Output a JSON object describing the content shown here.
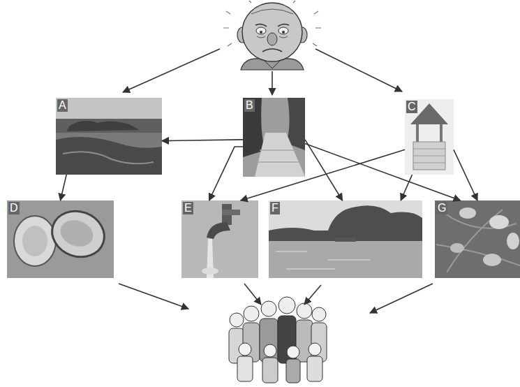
{
  "diagram": {
    "nodes": [
      {
        "text": [
          "A"
        ]
      },
      {
        "text": [
          "B"
        ]
      },
      {
        "text": [
          "C"
        ]
      },
      {
        "text": [
          "D"
        ]
      },
      {
        "text": [
          "E"
        ]
      },
      {
        "text": [
          "F"
        ]
      },
      {
        "text": [
          "G"
        ]
      }
    ],
    "edges": [
      {
        "from": 0,
        "to": 3,
        "arrow": "to"
      },
      {
        "from": 1,
        "to": 0,
        "arrow": "to"
      },
      {
        "from": 1,
        "to": 4,
        "arrow": "to"
      },
      {
        "from": 1,
        "to": 5,
        "arrow": "to"
      },
      {
        "from": 1,
        "to": 6,
        "arrow": "to"
      },
      {
        "from": 2,
        "to": 4,
        "arrow": "to"
      },
      {
        "from": 2,
        "to": 5,
        "arrow": "to"
      },
      {
        "from": 2,
        "to": 6,
        "arrow": "to"
      }
    ]
  }
}
